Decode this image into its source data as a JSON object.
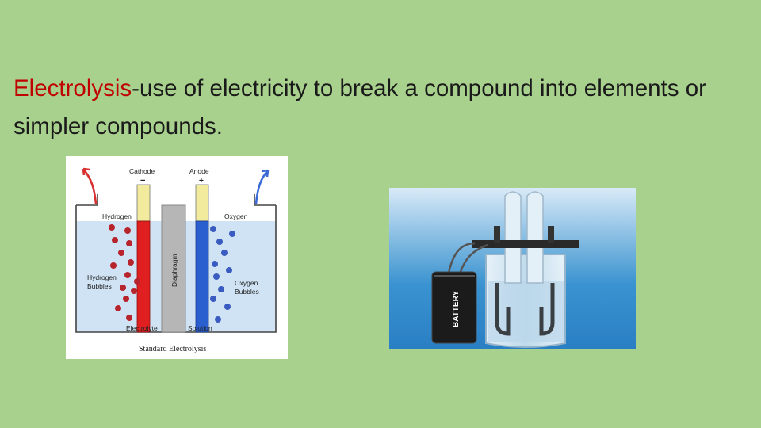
{
  "slide": {
    "term": "Electrolysis",
    "definition": "-use of electricity to break a compound into elements or simpler compounds."
  },
  "diagram": {
    "cathode_label": "Cathode",
    "cathode_sign": "−",
    "anode_label": "Anode",
    "anode_sign": "+",
    "hydrogen_label": "Hydrogen",
    "oxygen_label": "Oxygen",
    "diaphragm_label": "Diaphragm",
    "hydrogen_bubbles_line1": "Hydrogen",
    "hydrogen_bubbles_line2": "Bubbles",
    "oxygen_bubbles_line1": "Oxygen",
    "oxygen_bubbles_line2": "Bubbles",
    "electrolyte_label": "Electrolyte",
    "solution_label": "Solution",
    "caption": "Standard Electrolysis",
    "colors": {
      "cathode": "#e02020",
      "anode": "#2a5fd0",
      "hydrogen_bubble": "#b8242c",
      "oxygen_bubble": "#3a5cc0",
      "liquid": "#cfe3f4"
    }
  },
  "photo": {
    "battery_text": "BATTERY"
  }
}
